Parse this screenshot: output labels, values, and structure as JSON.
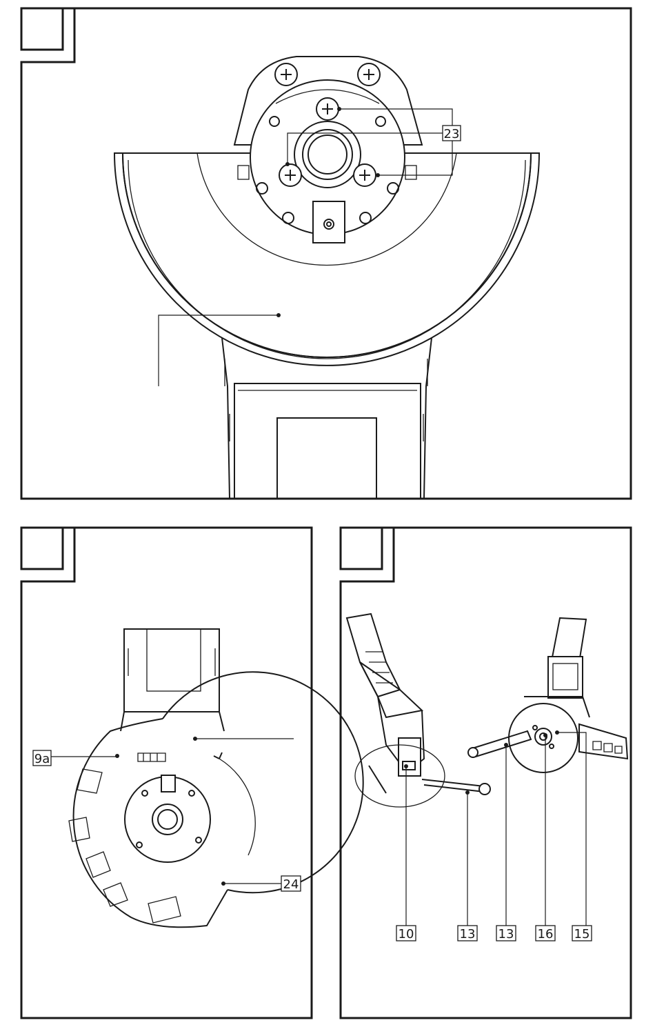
{
  "labels": {
    "fig1_screw": "23",
    "fig2_guard": "9a",
    "fig2_lever": "24",
    "fig3_spindle_lock": "10",
    "fig3_spanner_left": "13",
    "fig3_spanner_right": "13",
    "fig3_outer_flange": "16",
    "fig3_inner_flange": "15"
  },
  "colors": {
    "ink": "#1a1a1a",
    "paper": "#ffffff"
  }
}
